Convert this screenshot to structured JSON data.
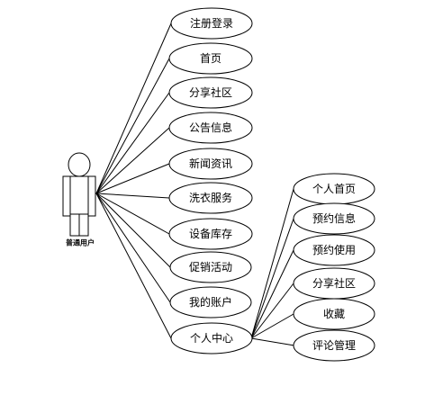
{
  "actor": {
    "name": "普通用户"
  },
  "use_cases": [
    {
      "id": "register-login",
      "label": "注册登录"
    },
    {
      "id": "home",
      "label": "首页"
    },
    {
      "id": "share-community",
      "label": "分享社区"
    },
    {
      "id": "announcement-info",
      "label": "公告信息"
    },
    {
      "id": "news-info",
      "label": "新闻资讯"
    },
    {
      "id": "laundry-service",
      "label": "洗衣服务"
    },
    {
      "id": "equipment-inventory",
      "label": "设备库存"
    },
    {
      "id": "promotion",
      "label": "促销活动"
    },
    {
      "id": "my-account",
      "label": "我的账户"
    },
    {
      "id": "personal-center",
      "label": "个人中心"
    }
  ],
  "sub_use_cases": {
    "parent": "个人中心",
    "items": [
      {
        "id": "personal-home",
        "label": "个人首页"
      },
      {
        "id": "reservation-info",
        "label": "预约信息"
      },
      {
        "id": "reservation-use",
        "label": "预约使用"
      },
      {
        "id": "sub-share-community",
        "label": "分享社区"
      },
      {
        "id": "favorites",
        "label": "收藏"
      },
      {
        "id": "comment-management",
        "label": "评论管理"
      }
    ]
  },
  "colors": {
    "line": "#000000",
    "fill": "#ffffff",
    "text": "#000000"
  }
}
